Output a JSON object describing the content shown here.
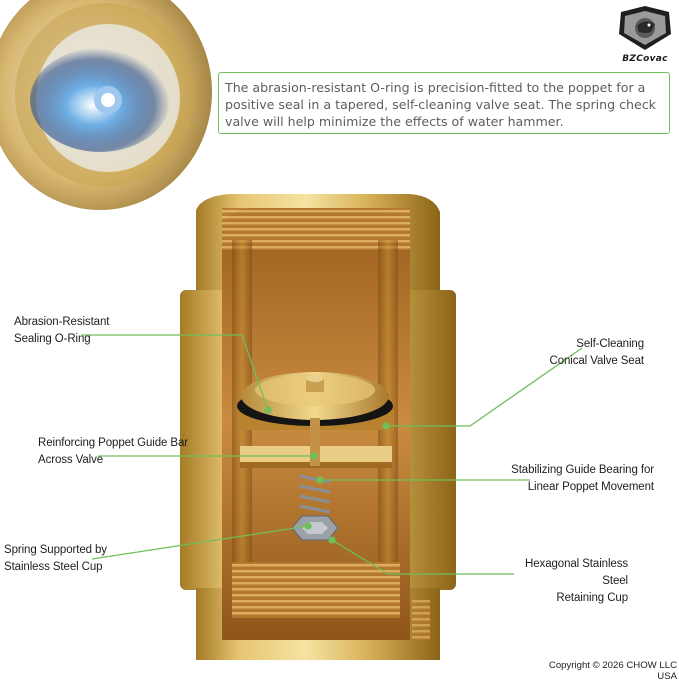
{
  "brand": {
    "name": "BZCovac"
  },
  "callout": {
    "text": "The abrasion-resistant O-ring is precision-fitted to the poppet for a positive seal in a tapered, self-cleaning valve seat. The spring check valve will help minimize the effects of water hammer."
  },
  "labels": {
    "oring": [
      "Abrasion-Resistant",
      "Sealing O-Ring"
    ],
    "guide_bar": [
      "Reinforcing Poppet Guide Bar",
      "Across Valve"
    ],
    "spring": [
      "Spring Supported by",
      "Stainless Steel Cup"
    ],
    "seat": [
      "Self-Cleaning",
      "Conical Valve Seat"
    ],
    "bearing": [
      "Stabilizing Guide Bearing for",
      "Linear Poppet Movement"
    ],
    "hex_cup": [
      "Hexagonal Stainless Steel",
      "Retaining Cup"
    ]
  },
  "footer": {
    "copyright": "Copyright © 2026 CHOW LLC USA"
  },
  "colors": {
    "callout_border": "#6fbf5a",
    "leader_line": "#6fbf5a",
    "brass": "#d9b45a"
  }
}
